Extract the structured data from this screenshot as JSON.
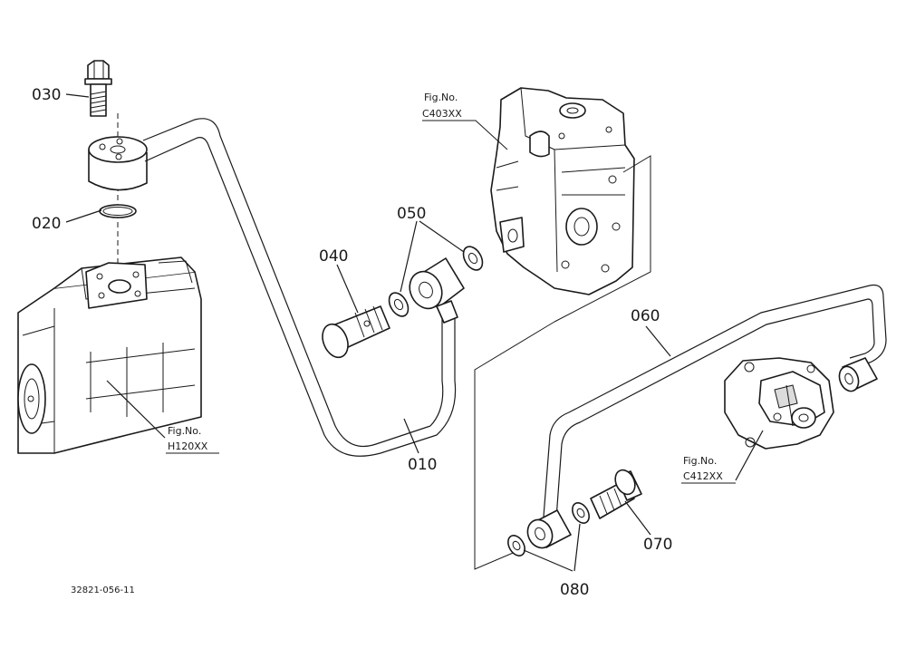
{
  "callouts": [
    {
      "id": "030",
      "label": "030"
    },
    {
      "id": "020",
      "label": "020"
    },
    {
      "id": "040",
      "label": "040"
    },
    {
      "id": "050",
      "label": "050"
    },
    {
      "id": "010",
      "label": "010"
    },
    {
      "id": "060",
      "label": "060"
    },
    {
      "id": "070",
      "label": "070"
    },
    {
      "id": "080",
      "label": "080"
    }
  ],
  "references": [
    {
      "id": "c403",
      "title": "Fig.No.",
      "code": "C403XX"
    },
    {
      "id": "h120",
      "title": "Fig.No.",
      "code": "H120XX"
    },
    {
      "id": "c412",
      "title": "Fig.No.",
      "code": "C412XX"
    }
  ],
  "drawing_number": "32821-056-11"
}
